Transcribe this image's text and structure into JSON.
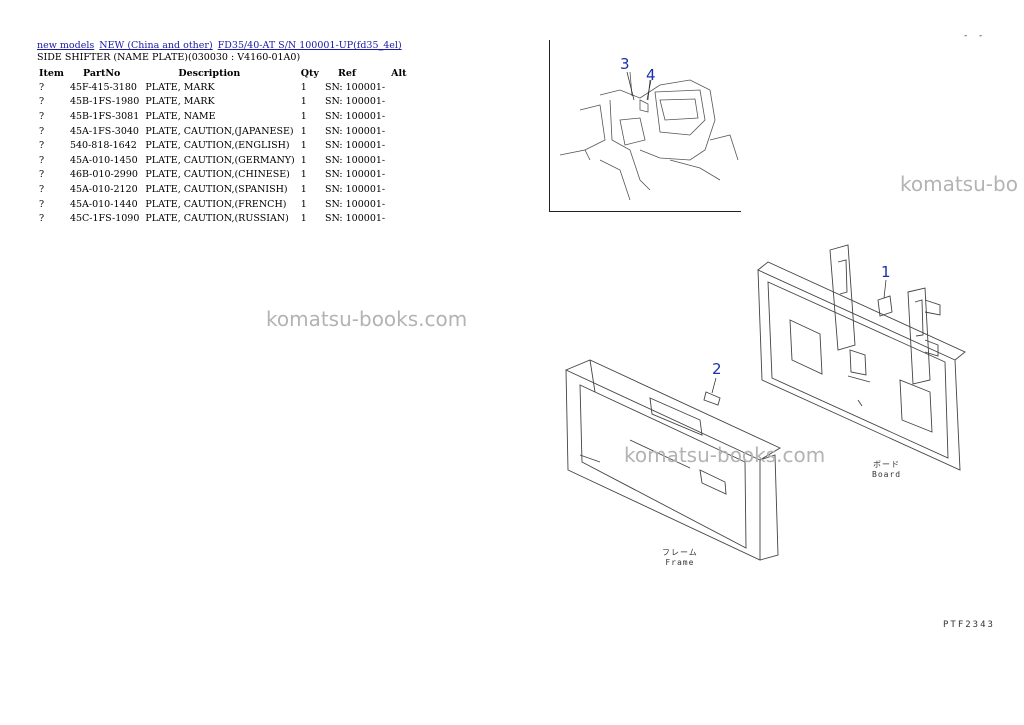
{
  "breadcrumb": {
    "links": [
      "new models",
      "NEW (China and other)",
      "FD35/40-AT S/N 100001-UP(fd35_4el)"
    ]
  },
  "heading": "SIDE SHIFTER (NAME PLATE)(030030 : V4160-01A0)",
  "table": {
    "columns": [
      "Item",
      "PartNo",
      "Description",
      "Qty",
      "Ref",
      "Alt"
    ],
    "rows": [
      {
        "item": "?",
        "part": "45F-415-3180",
        "desc": "PLATE, MARK",
        "qty": "1",
        "ref": "SN: 100001-"
      },
      {
        "item": "?",
        "part": "45B-1FS-1980",
        "desc": "PLATE, MARK",
        "qty": "1",
        "ref": "SN: 100001-"
      },
      {
        "item": "?",
        "part": "45B-1FS-3081",
        "desc": "PLATE, NAME",
        "qty": "1",
        "ref": "SN: 100001-"
      },
      {
        "item": "?",
        "part": "45A-1FS-3040",
        "desc": "PLATE, CAUTION,(JAPANESE)",
        "qty": "1",
        "ref": "SN: 100001-"
      },
      {
        "item": "?",
        "part": "540-818-1642",
        "desc": "PLATE, CAUTION,(ENGLISH)",
        "qty": "1",
        "ref": "SN: 100001-"
      },
      {
        "item": "?",
        "part": "45A-010-1450",
        "desc": "PLATE, CAUTION,(GERMANY)",
        "qty": "1",
        "ref": "SN: 100001-"
      },
      {
        "item": "?",
        "part": "46B-010-2990",
        "desc": "PLATE, CAUTION,(CHINESE)",
        "qty": "1",
        "ref": "SN: 100001-"
      },
      {
        "item": "?",
        "part": "45A-010-2120",
        "desc": "PLATE, CAUTION,(SPANISH)",
        "qty": "1",
        "ref": "SN: 100001-"
      },
      {
        "item": "?",
        "part": "45A-010-1440",
        "desc": "PLATE, CAUTION,(FRENCH)",
        "qty": "1",
        "ref": "SN: 100001-"
      },
      {
        "item": "?",
        "part": "45C-1FS-1090",
        "desc": "PLATE, CAUTION,(RUSSIAN)",
        "qty": "1",
        "ref": "SN: 100001-"
      }
    ]
  },
  "watermarks": {
    "center": "komatsu-books.com",
    "right": "komatsu-bo",
    "diagram": "komatsu-books.com"
  },
  "diagram": {
    "callouts": [
      "1",
      "2",
      "3",
      "4"
    ],
    "board_caption_jp": "ボード",
    "board_caption": "Board",
    "frame_caption_jp": "フレーム",
    "frame_caption": "Frame",
    "figure_ref": "PTF2343",
    "page_mark": "- -"
  },
  "colors": {
    "link": "#1a1aa6",
    "callout": "#1a2fb0",
    "watermark": "#b3b3b3"
  }
}
